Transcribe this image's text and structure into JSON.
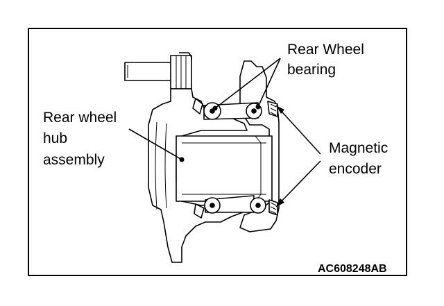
{
  "labels": {
    "bearing": [
      "Rear Wheel",
      "bearing"
    ],
    "hub": [
      "Rear wheel",
      "hub",
      "assembly"
    ],
    "encoder": [
      "Magnetic",
      "encoder"
    ]
  },
  "figure_code": "AC608248AB"
}
